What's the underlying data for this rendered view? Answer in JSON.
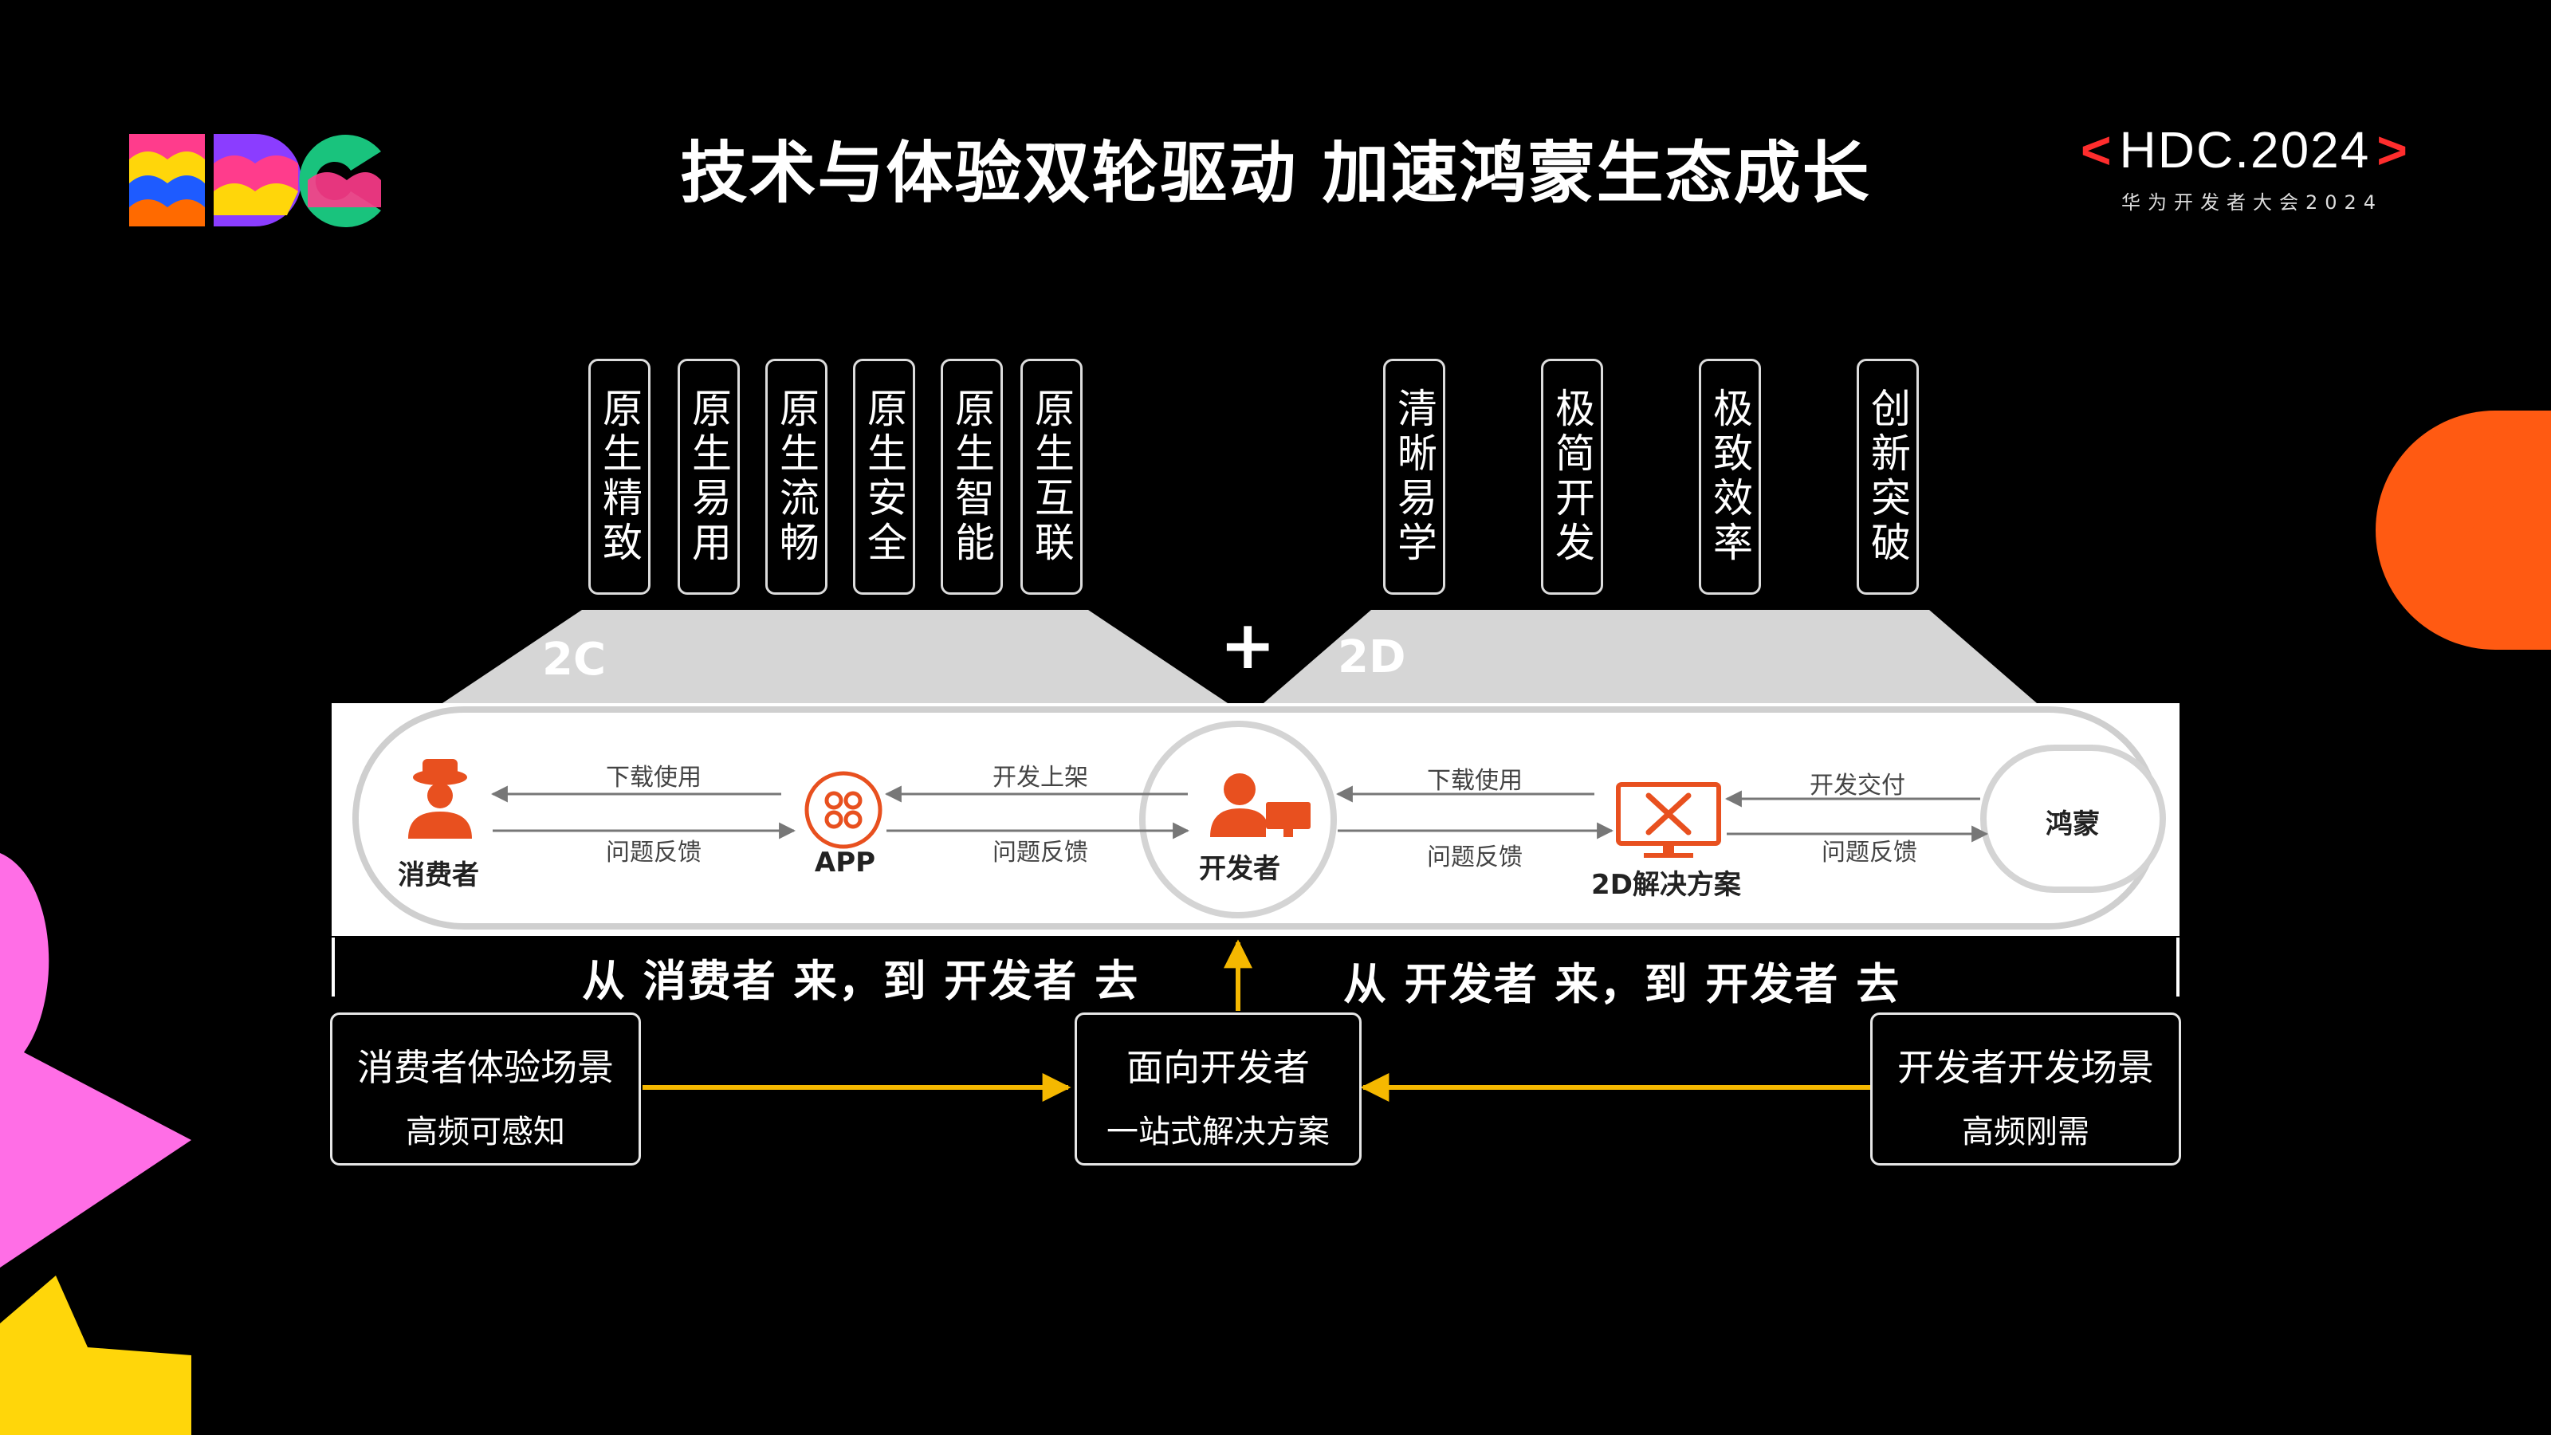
{
  "header": {
    "title": "技术与体验双轮驱动 加速鸿蒙生态成长",
    "brand_logo": "HDC",
    "event_logo": {
      "left_bracket": "<",
      "name": "HDC.2024",
      "right_bracket": ">",
      "subtitle": "华为开发者大会2024"
    }
  },
  "top_tags": {
    "left": [
      "原生精致",
      "原生易用",
      "原生流畅",
      "原生安全",
      "原生智能",
      "原生互联"
    ],
    "right": [
      "清晰易学",
      "极简开发",
      "极致效率",
      "创新突破"
    ]
  },
  "segments": {
    "left_label": "2C",
    "plus": "+",
    "right_label": "2D"
  },
  "flow": {
    "nodes": {
      "consumer": "消费者",
      "app": "APP",
      "developer": "开发者",
      "solution": "2D解决方案",
      "harmony": "鸿蒙"
    },
    "edges": {
      "app_to_consumer": "下载使用",
      "consumer_to_app": "问题反馈",
      "dev_to_app": "开发上架",
      "app_to_dev": "问题反馈",
      "sol_to_dev": "下载使用",
      "dev_to_sol": "问题反馈",
      "harmony_to_sol": "开发交付",
      "sol_to_harmony": "问题反馈"
    }
  },
  "slogans": {
    "left": "从 消费者 来，到 开发者 去",
    "right": "从 开发者 来，到 开发者 去"
  },
  "boxes": {
    "left": {
      "title": "消费者体验场景",
      "subtitle": "高频可感知"
    },
    "center": {
      "title": "面向开发者",
      "subtitle": "一站式解决方案"
    },
    "right": {
      "title": "开发者开发场景",
      "subtitle": "高频刚需"
    }
  },
  "colors": {
    "background": "#000000",
    "accent_arrow": "#f5b800",
    "icon_orange": "#e8501f",
    "event_bracket": "#ff2d2d",
    "deco_orange": "#ff5a12",
    "deco_pink": "#ff6ee6",
    "deco_yellow": "#ffd60a"
  },
  "icons": {
    "consumer": "spy-person-icon",
    "app": "app-grid-icon",
    "developer": "developer-at-desk-icon",
    "solution": "tools-monitor-icon"
  }
}
